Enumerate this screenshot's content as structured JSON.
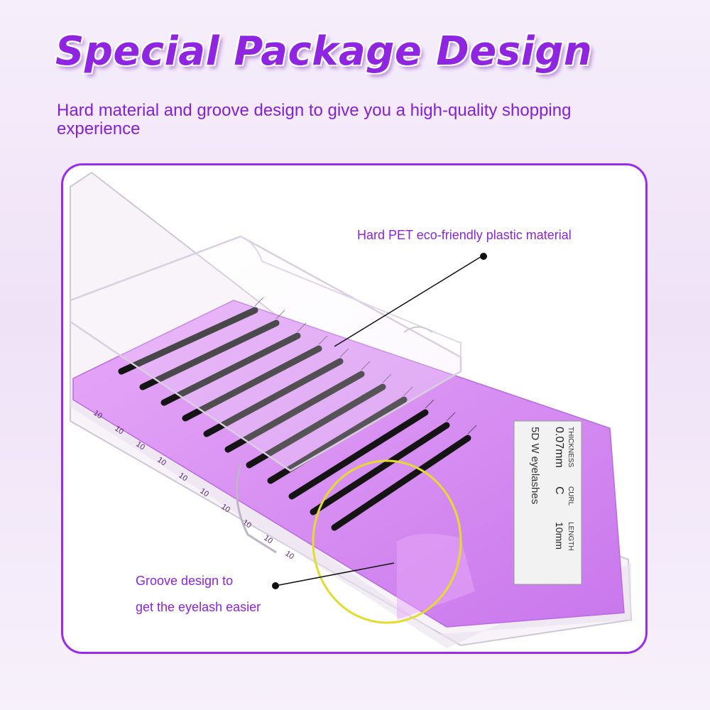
{
  "header": {
    "title": "Special Package Design",
    "subtitle": "Hard material and groove design to give you a high-quality shopping experience"
  },
  "callouts": {
    "material": "Hard PET eco-friendly plastic material",
    "groove_line1": "Groove design to",
    "groove_line2": "get the eyelash easier"
  },
  "product": {
    "tray_label": "5D W eyelashes",
    "row_length_label": "10",
    "thickness_label": "THICKNESS",
    "thickness_value": "0.07mm",
    "curl_label": "CURL",
    "curl_value": "C",
    "length_label": "LENGTH",
    "length_value": "10mm"
  },
  "colors": {
    "accent": "#8f25e0",
    "tray": "#d68ff0",
    "highlight_circle": "#e3dc2c"
  }
}
